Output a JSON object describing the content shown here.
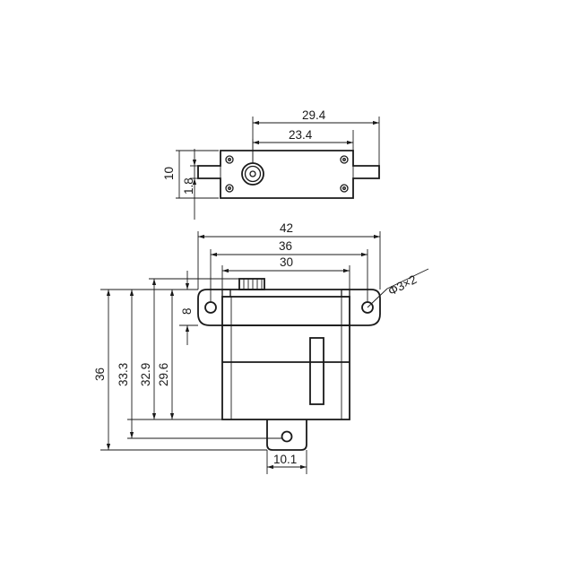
{
  "top_view": {
    "dim_overall_width": "29.4",
    "dim_hole_spacing": "23.4",
    "dim_total_height": "10",
    "dim_tab_thickness": "1.8"
  },
  "front_view": {
    "dim_width_overall": "42",
    "dim_width_holes": "36",
    "dim_width_body": "30",
    "dim_ear_height": "8",
    "dim_hole_callout": "Φ3×2",
    "dim_height_36": "36",
    "dim_height_33_3": "33.3",
    "dim_height_32_9": "32.9",
    "dim_height_29_6": "29.6",
    "dim_bottom_tab": "10.1"
  },
  "colors": {
    "line": "#1a1a1a",
    "background": "#ffffff"
  }
}
